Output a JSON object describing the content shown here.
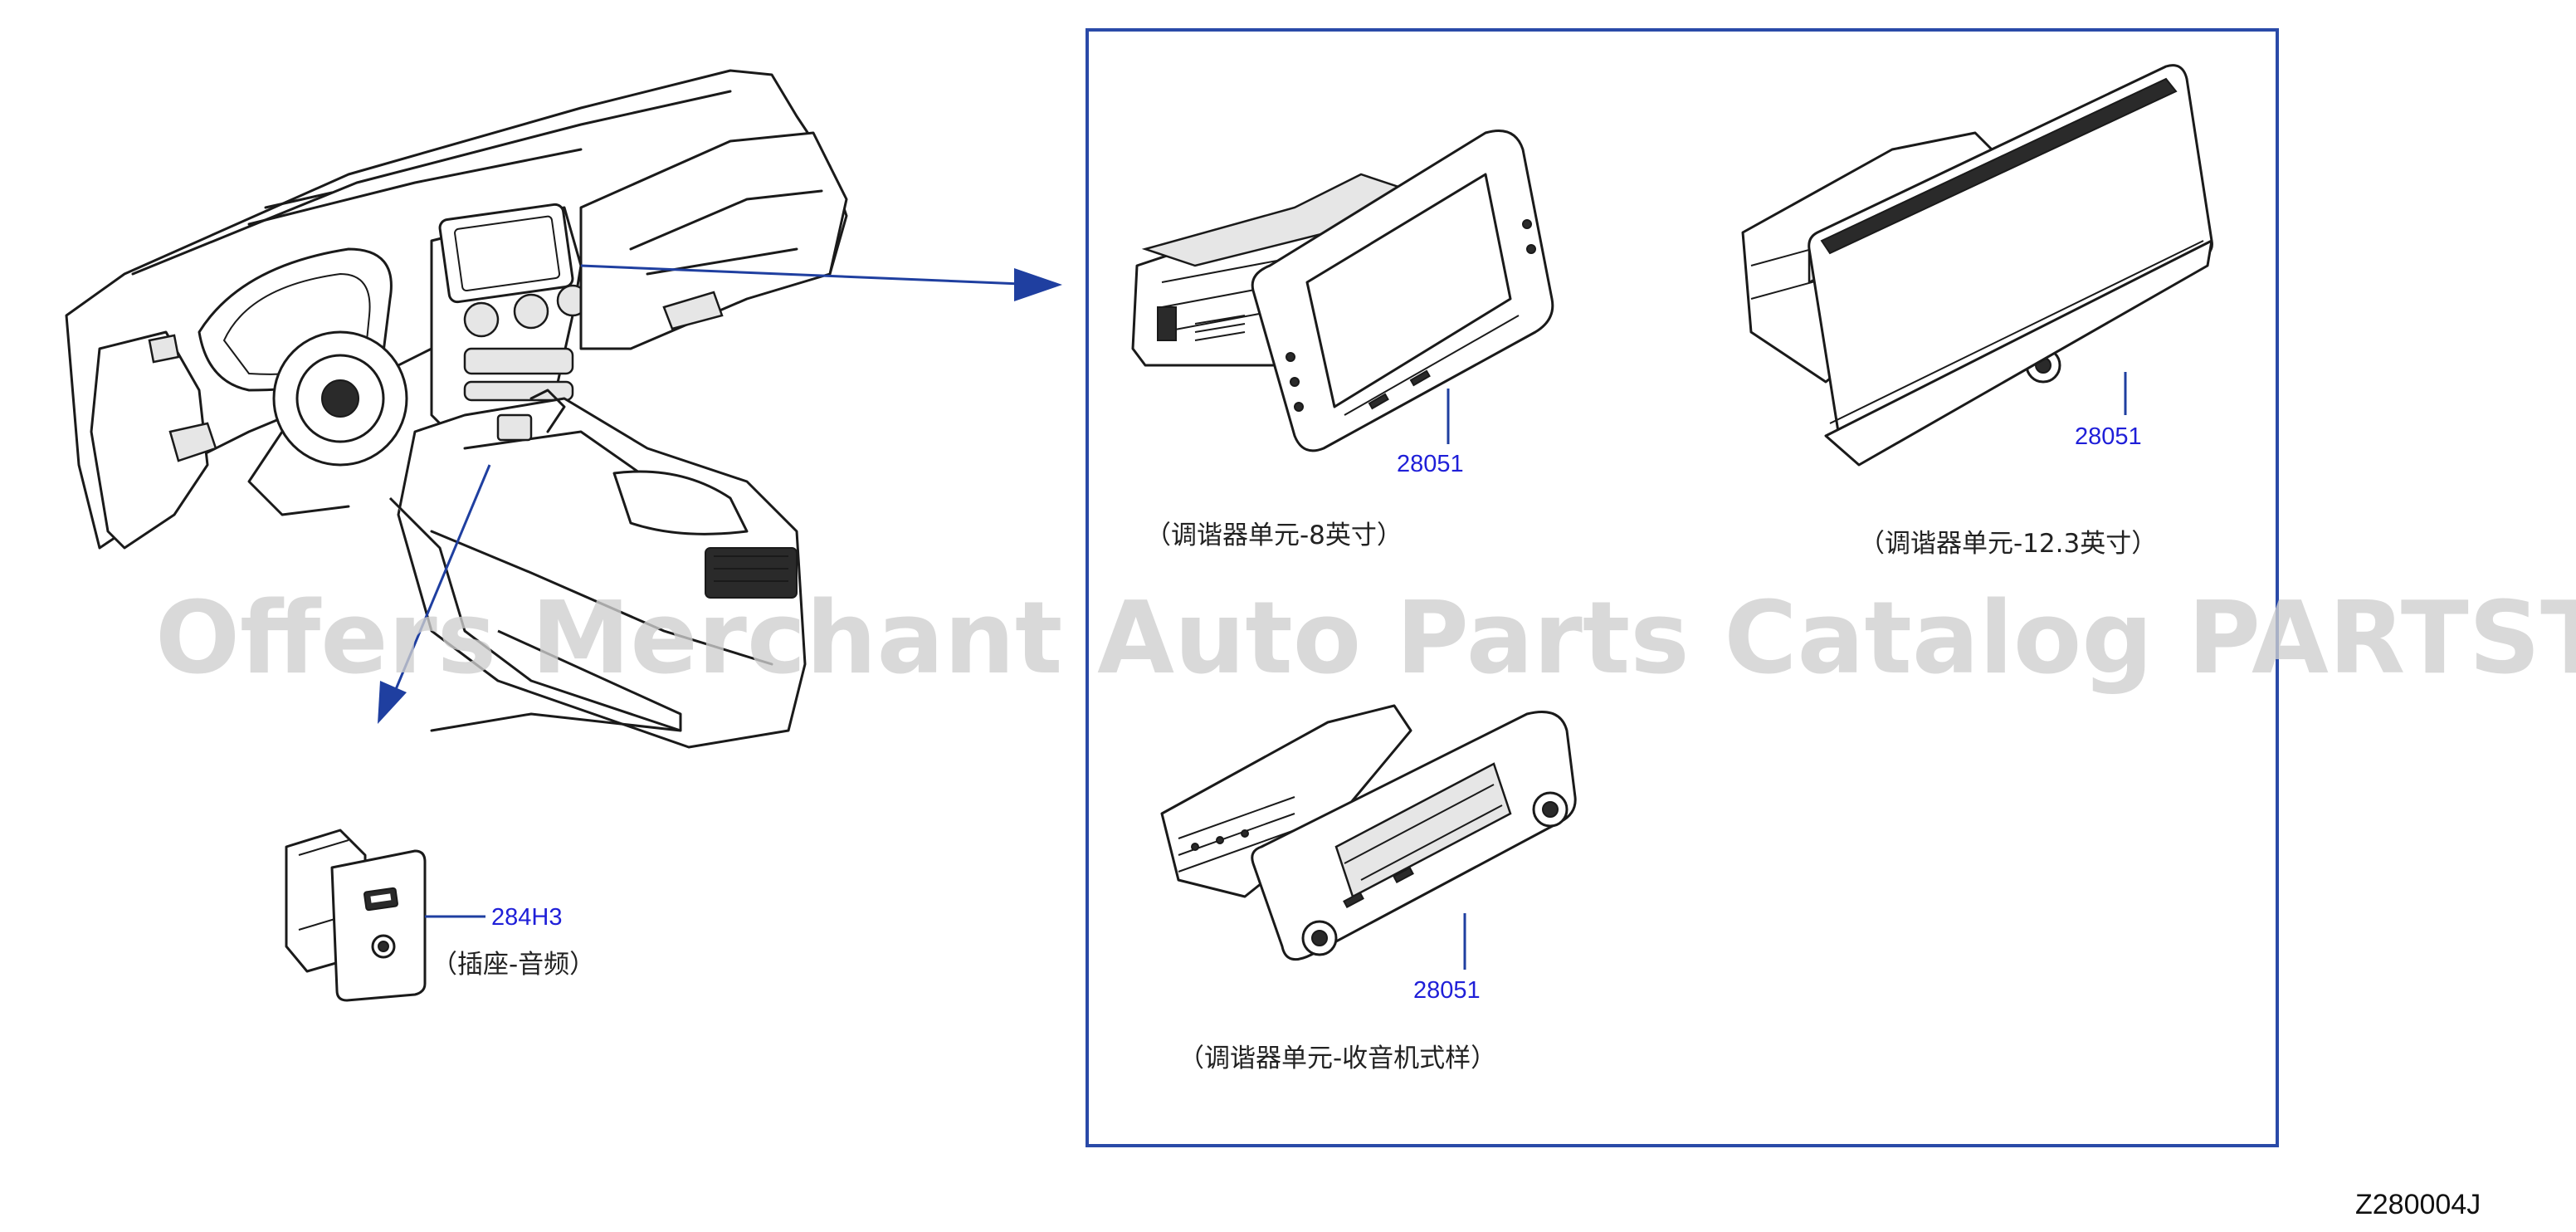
{
  "diagram": {
    "callouts": [
      {
        "id": "c1",
        "part_number": "28051",
        "description": "（调谐器单元-8英寸）"
      },
      {
        "id": "c2",
        "part_number": "28051",
        "description": "（调谐器单元-12.3英寸）"
      },
      {
        "id": "c3",
        "part_number": "28051",
        "description": "（调谐器单元-收音机式样）"
      },
      {
        "id": "c4",
        "part_number": "284H3",
        "description": "（插座-音频）"
      }
    ],
    "watermark": "Offers Merchant Auto Parts Catalog PARTSTORE.SA",
    "diagram_code": "Z280004J",
    "colors": {
      "frame": "#2a4aa8",
      "arrow": "#1f3fa0",
      "part_number": "#1f1fd8",
      "line_art": "#1a1a1a"
    }
  }
}
